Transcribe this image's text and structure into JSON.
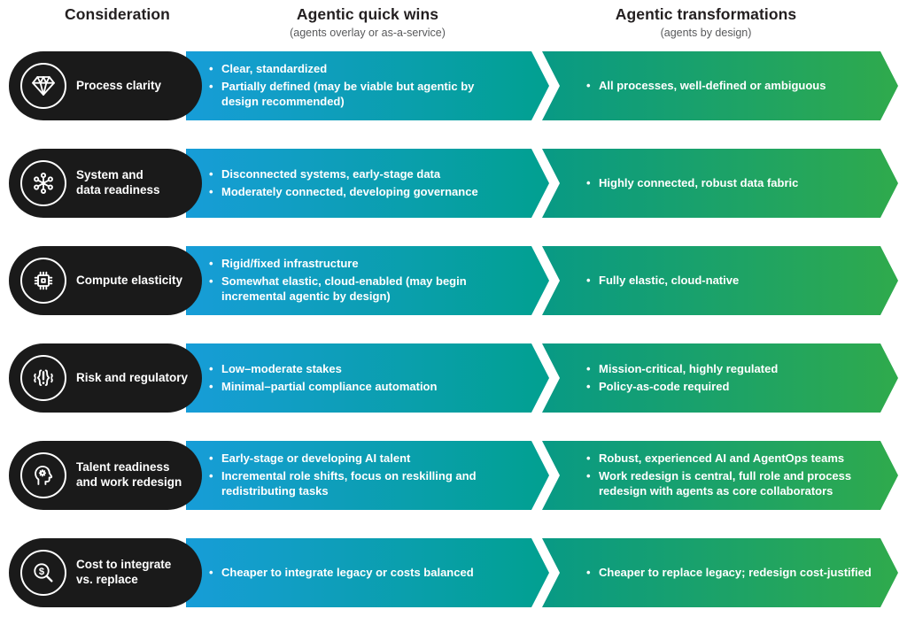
{
  "header": {
    "col1": {
      "title": "Consideration"
    },
    "col2": {
      "title": "Agentic quick wins",
      "subtitle": "(agents overlay or as-a-service)"
    },
    "col3": {
      "title": "Agentic transformations",
      "subtitle": "(agents by design)"
    }
  },
  "colors": {
    "pill_black": "#1a1a1a",
    "quick_wins_gradient_start": "#179dd8",
    "quick_wins_gradient_end": "#01a090",
    "transformations_gradient_start": "#089a85",
    "transformations_gradient_end": "#2faa4c",
    "text_on_color": "#ffffff",
    "header_title": "#231f20",
    "header_subtitle": "#58595b"
  },
  "rows": [
    {
      "icon": "diamond-icon",
      "label_lines": [
        "Process clarity"
      ],
      "quick_wins": [
        "Clear, standardized",
        "Partially defined (may be viable but agentic by design recommended)"
      ],
      "transformations": [
        "All processes, well-defined or ambiguous"
      ]
    },
    {
      "icon": "network-icon",
      "label_lines": [
        "System and",
        "data readiness"
      ],
      "quick_wins": [
        "Disconnected systems, early-stage data",
        "Moderately connected, developing governance"
      ],
      "transformations": [
        "Highly connected, robust data fabric"
      ]
    },
    {
      "icon": "chip-icon",
      "label_lines": [
        "Compute elasticity"
      ],
      "quick_wins": [
        "Rigid/fixed infrastructure",
        "Somewhat elastic, cloud-enabled (may begin incremental agentic by design)"
      ],
      "transformations": [
        "Fully elastic, cloud-native"
      ]
    },
    {
      "icon": "risk-alert-icon",
      "label_lines": [
        "Risk and regulatory"
      ],
      "quick_wins": [
        "Low–moderate stakes",
        "Minimal–partial compliance automation"
      ],
      "transformations": [
        "Mission-critical, highly regulated",
        "Policy-as-code required"
      ]
    },
    {
      "icon": "head-gear-icon",
      "label_lines": [
        "Talent readiness",
        "and work redesign"
      ],
      "quick_wins": [
        "Early-stage or developing AI talent",
        "Incremental role shifts, focus on reskilling and redistributing tasks"
      ],
      "transformations": [
        "Robust, experienced AI and AgentOps teams",
        "Work redesign is central, full role and process redesign with agents as core collaborators"
      ]
    },
    {
      "icon": "magnifier-dollar-icon",
      "label_lines": [
        "Cost to integrate",
        "vs. replace"
      ],
      "quick_wins": [
        "Cheaper to integrate legacy or costs balanced"
      ],
      "transformations": [
        "Cheaper to replace legacy; redesign cost-justified"
      ]
    }
  ]
}
